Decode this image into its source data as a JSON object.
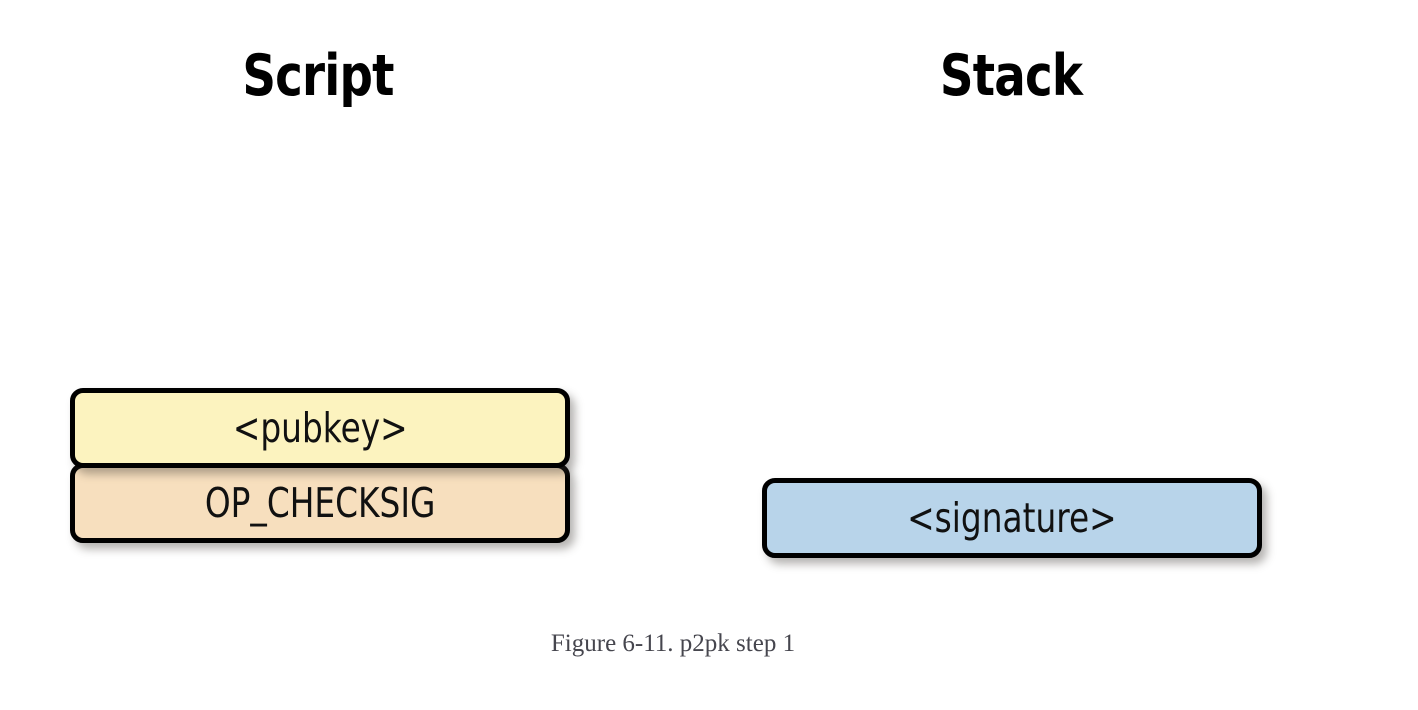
{
  "figure": {
    "caption": "Figure 6-11. p2pk step 1",
    "background_color": "#ffffff",
    "caption_color": "#46464e"
  },
  "columns": [
    {
      "id": "script",
      "heading": "Script",
      "boxes": [
        {
          "label": "<pubkey>",
          "fill_color": "#fcf3bf",
          "border_color": "#000000",
          "position": "top"
        },
        {
          "label": "OP_CHECKSIG",
          "fill_color": "#f7dfbe",
          "border_color": "#000000",
          "position": "bottom"
        }
      ]
    },
    {
      "id": "stack",
      "heading": "Stack",
      "boxes": [
        {
          "label": "<signature>",
          "fill_color": "#b8d4ea",
          "border_color": "#000000",
          "position": "top"
        }
      ]
    }
  ]
}
